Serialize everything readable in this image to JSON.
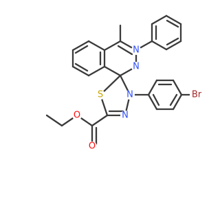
{
  "molecule": {
    "atoms": {
      "n_upper": {
        "symbol": "N",
        "color": "#3050F8"
      },
      "n_phenyl": {
        "symbol": "N",
        "color": "#3050F8"
      },
      "n_lower_right": {
        "symbol": "N",
        "color": "#3050F8"
      },
      "n_lower_left": {
        "symbol": "N",
        "color": "#3050F8"
      },
      "s": {
        "symbol": "S",
        "color": "#C6A500"
      },
      "o_carbonyl": {
        "symbol": "O",
        "color": "#FF0D0D"
      },
      "o_ester": {
        "symbol": "O",
        "color": "#FF0D0D"
      },
      "br": {
        "symbol": "Br",
        "color": "#A62929"
      }
    },
    "bond_color": "#3a3a3a"
  }
}
